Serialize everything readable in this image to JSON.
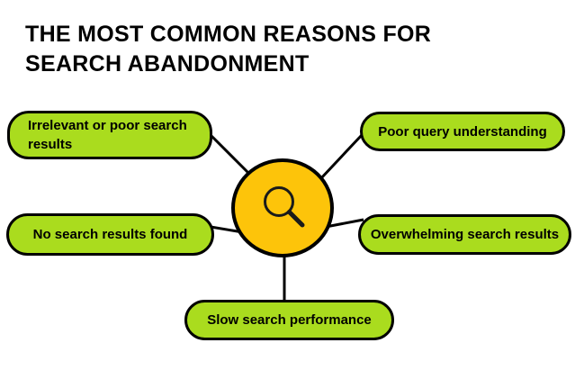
{
  "title": {
    "line1": "THE MOST COMMON REASONS FOR",
    "line2": "SEARCH ABANDONMENT"
  },
  "nodes": [
    {
      "label": "Irrelevant or poor search results"
    },
    {
      "label": "Poor query understanding"
    },
    {
      "label": "No search results found"
    },
    {
      "label": "Overwhelming search results"
    },
    {
      "label": "Slow search performance"
    }
  ],
  "center": {
    "icon": "search-icon"
  },
  "colors": {
    "node_fill": "#AADC1E",
    "node_border": "#000000",
    "center_fill": "#FDC40A",
    "connector": "#000000",
    "background": "#FFFFFF",
    "text": "#000000"
  }
}
